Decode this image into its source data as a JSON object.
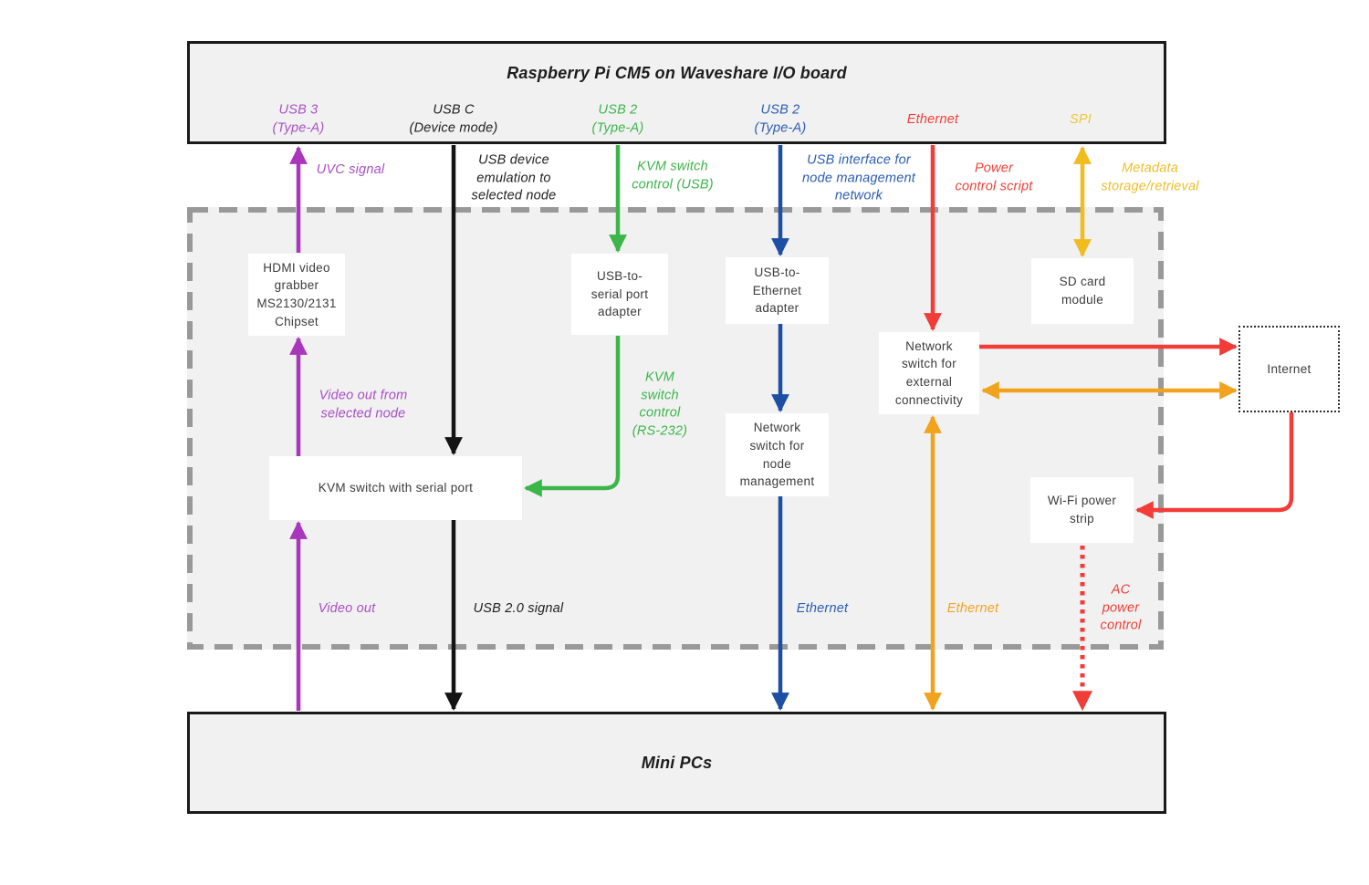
{
  "diagram": {
    "top_box": {
      "title": "Raspberry Pi CM5 on Waveshare I/O board",
      "ports": [
        {
          "id": "usb3",
          "label": "USB 3\n(Type-A)",
          "color": "#a94fc5"
        },
        {
          "id": "usbc",
          "label": "USB C\n(Device mode)",
          "color": "#1f1f1f"
        },
        {
          "id": "usb2a",
          "label": "USB 2\n(Type-A)",
          "color": "#3cb54a"
        },
        {
          "id": "usb2b",
          "label": "USB 2\n(Type-A)",
          "color": "#2a5cb3"
        },
        {
          "id": "eth",
          "label": "Ethernet",
          "color": "#f04038"
        },
        {
          "id": "spi",
          "label": "SPI",
          "color": "#ecc935"
        }
      ]
    },
    "bottom_box": {
      "title": "Mini PCs"
    },
    "nodes": {
      "hdmi_grabber": {
        "label": "HDMI video\ngrabber\nMS2130/2131\nChipset"
      },
      "usb_serial_adapter": {
        "label": "USB-to-\nserial port\nadapter"
      },
      "usb_ethernet_adapter": {
        "label": "USB-to-\nEthernet\nadapter"
      },
      "kvm_switch": {
        "label": "KVM switch with serial port"
      },
      "network_switch_node": {
        "label": "Network\nswitch for\nnode\nmanagement"
      },
      "network_switch_external": {
        "label": "Network\nswitch for\nexternal\nconnectivity"
      },
      "sd_card": {
        "label": "SD card\nmodule"
      },
      "wifi_power_strip": {
        "label": "Wi-Fi power\nstrip"
      },
      "internet": {
        "label": "Internet"
      }
    },
    "edge_labels": {
      "uvc_signal": "UVC signal",
      "usb_emulation": "USB device\nemulation to\nselected node",
      "kvm_control_usb": "KVM switch\ncontrol (USB)",
      "usb_interface": "USB interface for\nnode management\nnetwork",
      "power_script": "Power\ncontrol script",
      "metadata": "Metadata\nstorage/retrieval",
      "video_out_selected": "Video out from\nselected node",
      "kvm_control_rs232": "KVM\nswitch\ncontrol\n(RS-232)",
      "video_out": "Video out",
      "usb20_signal": "USB 2.0 signal",
      "ethernet_node": "Ethernet",
      "ethernet_external": "Ethernet",
      "ac_power": "AC\npower\ncontrol"
    },
    "colors": {
      "magenta": "#aa36bd",
      "black": "#141414",
      "green": "#3cb54a",
      "blue": "#1d4fa5",
      "red": "#f23c38",
      "orange": "#f2a31d",
      "gold": "#f0bc1e",
      "dash_gray": "#999999",
      "panel_fill": "#f1f1f1"
    }
  }
}
